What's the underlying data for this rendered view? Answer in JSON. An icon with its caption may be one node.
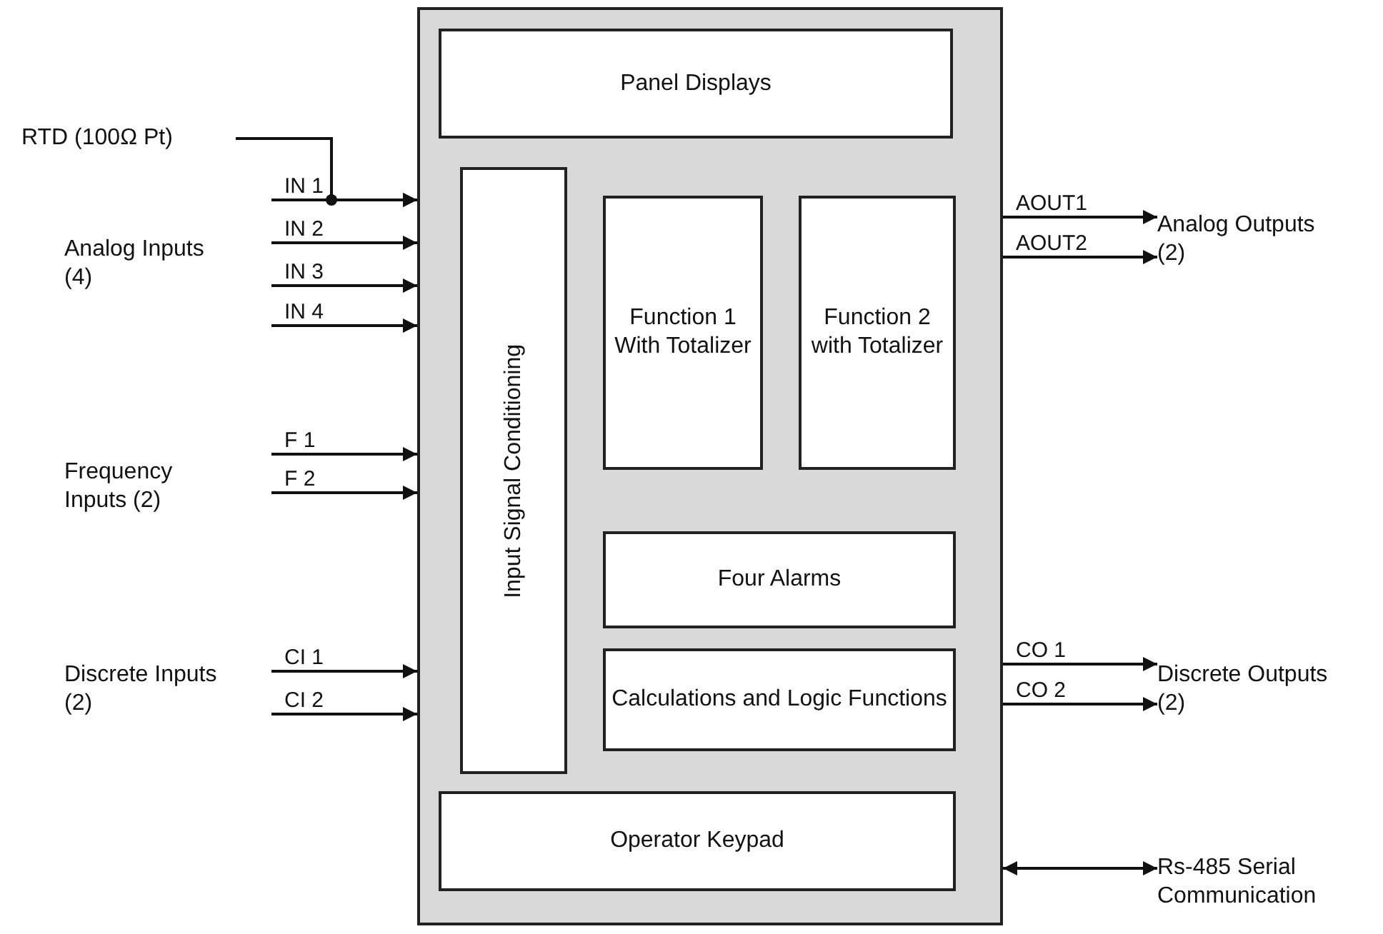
{
  "diagram": {
    "nodes": [
      {
        "text": [],
        "shape": "box"
      },
      {
        "text": [
          "Panel Displays"
        ],
        "in": 0
      },
      {
        "text": [
          "Input Signal Conditioning"
        ],
        "in": 0
      },
      {
        "text": [
          "Function 1 With Totalizer"
        ],
        "in": 0
      },
      {
        "text": [
          "Function 2 with Totalizer"
        ],
        "in": 0
      },
      {
        "text": [
          "Four Alarms"
        ],
        "in": 0
      },
      {
        "text": [
          "Calculations and Logic Functions"
        ],
        "in": 0
      },
      {
        "text": [
          "Operator Keypad"
        ],
        "in": 0
      },
      {
        "text": [
          "RTD (100Ω Pt)"
        ]
      },
      {
        "text": [
          "Analog Inputs (4)"
        ]
      },
      {
        "text": [
          "Frequency Inputs (2)"
        ]
      },
      {
        "text": [
          "Discrete Inputs (2)"
        ]
      },
      {
        "text": [
          "Analog Outputs (2)"
        ]
      },
      {
        "text": [
          "Discrete Outputs (2)"
        ]
      },
      {
        "text": [
          "Rs-485 Serial Communication"
        ]
      }
    ],
    "edges": [
      {
        "from": 8,
        "to": 0,
        "arrow": "to"
      },
      {
        "from": 9,
        "to": 0,
        "arrow": "to",
        "label": "IN 1"
      },
      {
        "from": 9,
        "to": 0,
        "arrow": "to",
        "label": "IN 2"
      },
      {
        "from": 9,
        "to": 0,
        "arrow": "to",
        "label": "IN 3"
      },
      {
        "from": 9,
        "to": 0,
        "arrow": "to",
        "label": "IN 4"
      },
      {
        "from": 10,
        "to": 0,
        "arrow": "to",
        "label": "F 1"
      },
      {
        "from": 10,
        "to": 0,
        "arrow": "to",
        "label": "F 2"
      },
      {
        "from": 11,
        "to": 0,
        "arrow": "to",
        "label": "CI 1"
      },
      {
        "from": 11,
        "to": 0,
        "arrow": "to",
        "label": "CI 2"
      },
      {
        "from": 0,
        "to": 12,
        "arrow": "to",
        "label": "AOUT1"
      },
      {
        "from": 0,
        "to": 12,
        "arrow": "to",
        "label": "AOUT2"
      },
      {
        "from": 0,
        "to": 13,
        "arrow": "to",
        "label": "CO 1"
      },
      {
        "from": 0,
        "to": 13,
        "arrow": "to",
        "label": "CO 2"
      },
      {
        "from": 0,
        "to": 14,
        "arrow": "both"
      }
    ]
  }
}
